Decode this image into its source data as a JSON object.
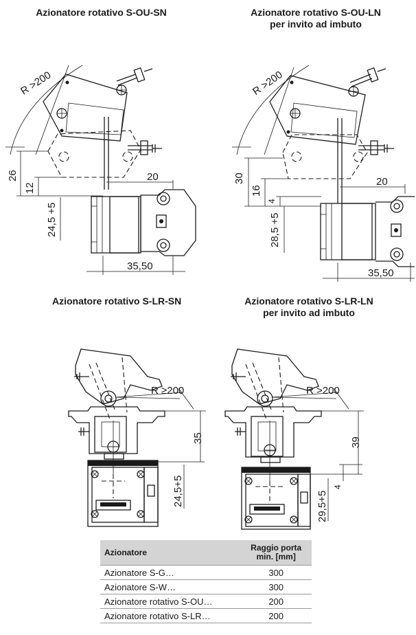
{
  "titles": {
    "top_left": "Azionatore rotativo S-OU-SN",
    "top_right_line1": "Azionatore rotativo S-OU-LN",
    "top_right_line2": "per invito ad imbuto",
    "bottom_left": "Azionatore rotativo S-LR-SN",
    "bottom_right_line1": "Azionatore rotativo S-LR-LN",
    "bottom_right_line2": "per invito ad imbuto"
  },
  "dims": {
    "d1": {
      "radius": "R >200",
      "h1": "26",
      "h2": "12",
      "w1": "20",
      "travel": "24,5 +5",
      "w2": "35,50"
    },
    "d2": {
      "radius": "R >200",
      "h1": "30",
      "h2": "16",
      "h3": "4",
      "w1": "20",
      "travel": "28,5 +5",
      "w2": "35,50"
    },
    "d3": {
      "radius": "R ≥200",
      "h1": "35",
      "travel": "24,5+5"
    },
    "d4": {
      "radius": "R >200",
      "h1": "39",
      "h2": "4",
      "travel": "29,5+5"
    }
  },
  "table": {
    "headers": [
      "Azionatore",
      "Raggio porta",
      "min. [mm]"
    ],
    "rows": [
      [
        "Azionatore S-G…",
        "300"
      ],
      [
        "Azionatore S-W…",
        "300"
      ],
      [
        "Azionatore rotativo S-OU…",
        "200"
      ],
      [
        "Azionatore rotativo S-LR…",
        "200"
      ]
    ]
  }
}
